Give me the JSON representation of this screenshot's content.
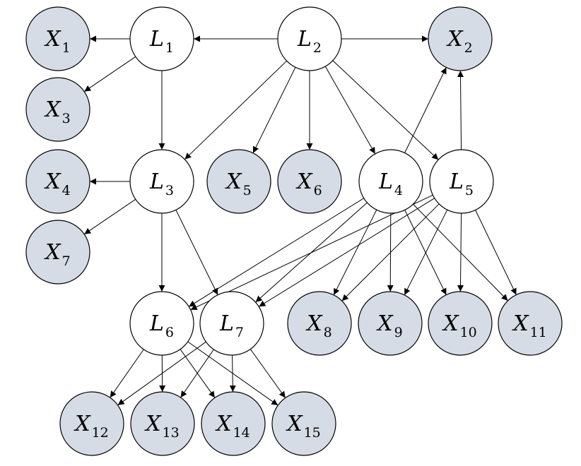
{
  "colors": {
    "latent_fill": "#ffffff",
    "observed_fill": "#d6dce5",
    "stroke": "#000000"
  },
  "nodes": [
    {
      "id": "X1",
      "base": "X",
      "sub": "1",
      "kind": "observed"
    },
    {
      "id": "L1",
      "base": "L",
      "sub": "1",
      "kind": "latent"
    },
    {
      "id": "L2",
      "base": "L",
      "sub": "2",
      "kind": "latent"
    },
    {
      "id": "X2",
      "base": "X",
      "sub": "2",
      "kind": "observed"
    },
    {
      "id": "X3",
      "base": "X",
      "sub": "3",
      "kind": "observed"
    },
    {
      "id": "X4",
      "base": "X",
      "sub": "4",
      "kind": "observed"
    },
    {
      "id": "L3",
      "base": "L",
      "sub": "3",
      "kind": "latent"
    },
    {
      "id": "X5",
      "base": "X",
      "sub": "5",
      "kind": "observed"
    },
    {
      "id": "X6",
      "base": "X",
      "sub": "6",
      "kind": "observed"
    },
    {
      "id": "L4",
      "base": "L",
      "sub": "4",
      "kind": "latent"
    },
    {
      "id": "L5",
      "base": "L",
      "sub": "5",
      "kind": "latent"
    },
    {
      "id": "X7",
      "base": "X",
      "sub": "7",
      "kind": "observed"
    },
    {
      "id": "L6",
      "base": "L",
      "sub": "6",
      "kind": "latent"
    },
    {
      "id": "L7",
      "base": "L",
      "sub": "7",
      "kind": "latent"
    },
    {
      "id": "X8",
      "base": "X",
      "sub": "8",
      "kind": "observed"
    },
    {
      "id": "X9",
      "base": "X",
      "sub": "9",
      "kind": "observed"
    },
    {
      "id": "X10",
      "base": "X",
      "sub": "10",
      "kind": "observed"
    },
    {
      "id": "X11",
      "base": "X",
      "sub": "11",
      "kind": "observed"
    },
    {
      "id": "X12",
      "base": "X",
      "sub": "12",
      "kind": "observed"
    },
    {
      "id": "X13",
      "base": "X",
      "sub": "13",
      "kind": "observed"
    },
    {
      "id": "X14",
      "base": "X",
      "sub": "14",
      "kind": "observed"
    },
    {
      "id": "X15",
      "base": "X",
      "sub": "15",
      "kind": "observed"
    }
  ],
  "edges": [
    [
      "L1",
      "X1"
    ],
    [
      "L1",
      "X3"
    ],
    [
      "L1",
      "L3"
    ],
    [
      "L2",
      "L1"
    ],
    [
      "L2",
      "X2"
    ],
    [
      "L2",
      "L3"
    ],
    [
      "L2",
      "X5"
    ],
    [
      "L2",
      "X6"
    ],
    [
      "L2",
      "L4"
    ],
    [
      "L2",
      "L5"
    ],
    [
      "L3",
      "X4"
    ],
    [
      "L3",
      "X7"
    ],
    [
      "L3",
      "L6"
    ],
    [
      "L3",
      "L7"
    ],
    [
      "L4",
      "X2"
    ],
    [
      "L5",
      "X2"
    ],
    [
      "L4",
      "L6"
    ],
    [
      "L4",
      "L7"
    ],
    [
      "L4",
      "X8"
    ],
    [
      "L4",
      "X9"
    ],
    [
      "L4",
      "X10"
    ],
    [
      "L4",
      "X11"
    ],
    [
      "L5",
      "L6"
    ],
    [
      "L5",
      "L7"
    ],
    [
      "L5",
      "X8"
    ],
    [
      "L5",
      "X9"
    ],
    [
      "L5",
      "X10"
    ],
    [
      "L5",
      "X11"
    ],
    [
      "L6",
      "X12"
    ],
    [
      "L6",
      "X13"
    ],
    [
      "L6",
      "X14"
    ],
    [
      "L6",
      "X15"
    ],
    [
      "L7",
      "X12"
    ],
    [
      "L7",
      "X13"
    ],
    [
      "L7",
      "X14"
    ],
    [
      "L7",
      "X15"
    ]
  ]
}
